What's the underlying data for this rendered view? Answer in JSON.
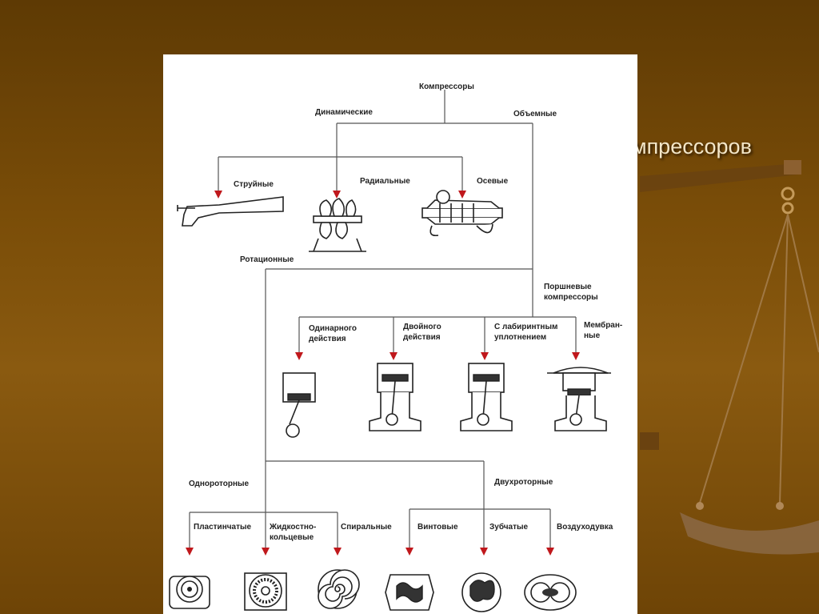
{
  "slide": {
    "title": "мпрессоров"
  },
  "diagram": {
    "root": "Компрессоры",
    "dynamic": "Динамические",
    "volumetric": "Объемные",
    "jet": "Струйные",
    "radial": "Радиальные",
    "axial": "Осевые",
    "rotary": "Ротационные",
    "piston": "Поршневые компрессоры",
    "single_action": "Одинарного действия",
    "double_action": "Двойного действия",
    "labyrinth": "С лабиринтным уплотнением",
    "membrane": "Мембран-ные",
    "single_rotor": "Однороторные",
    "twin_rotor": "Двухроторные",
    "vane": "Пластинчатые",
    "liquid_ring": "Жидкостно-кольцевые",
    "scroll": "Спиральные",
    "screw": "Винтовые",
    "gear": "Зубчатые",
    "blower": "Воздуходувка"
  },
  "colors": {
    "arrow": "#c0181c",
    "background": "#7a4d08",
    "panel": "#ffffff"
  },
  "icons": [
    "jet-compressor-icon",
    "radial-compressor-icon",
    "axial-compressor-icon",
    "single-action-piston-icon",
    "double-action-piston-icon",
    "labyrinth-piston-icon",
    "membrane-compressor-icon",
    "vane-compressor-icon",
    "liquid-ring-compressor-icon",
    "scroll-compressor-icon",
    "screw-compressor-icon",
    "gear-compressor-icon",
    "blower-icon"
  ]
}
